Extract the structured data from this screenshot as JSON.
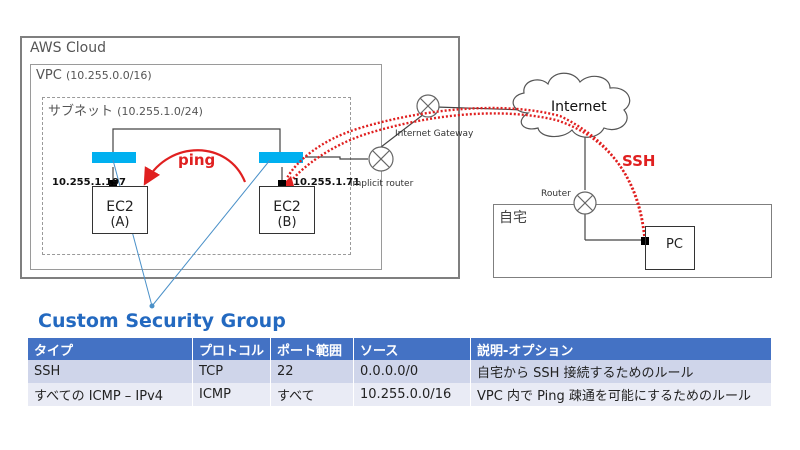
{
  "aws_cloud": {
    "label": "AWS Cloud"
  },
  "vpc": {
    "label": "VPC",
    "cidr": "(10.255.0.0/16)"
  },
  "subnet": {
    "label": "サブネット",
    "cidr": "(10.255.1.0/24)"
  },
  "ec2_a": {
    "name": "EC2",
    "sub": "(A)",
    "ip": "10.255.1.197"
  },
  "ec2_b": {
    "name": "EC2",
    "sub": "(B)",
    "ip": "10.255.1.71"
  },
  "implicit_router": {
    "label": "implicit router"
  },
  "internet_gateway": {
    "label": "Internet Gateway"
  },
  "internet": {
    "label": "Internet"
  },
  "router": {
    "label": "Router"
  },
  "home": {
    "label": "自宅"
  },
  "pc": {
    "label": "PC"
  },
  "ping": {
    "label": "ping"
  },
  "ssh": {
    "label": "SSH"
  },
  "security_group": {
    "title": "Custom Security Group",
    "columns": [
      "タイプ",
      "プロトコル",
      "ポート範囲",
      "ソース",
      "説明-オプション"
    ],
    "rows": [
      [
        "SSH",
        "TCP",
        "22",
        "0.0.0.0/0",
        "自宅から SSH 接続するためのルール"
      ],
      [
        "すべての ICMP – IPv4",
        "ICMP",
        "すべて",
        "10.255.0.0/16",
        "VPC 内で Ping 疎通を可能にするためのルール"
      ]
    ]
  },
  "colors": {
    "red": "#e02020",
    "blue_title": "#2369c0",
    "header_bg": "#4472c4",
    "row1_bg": "#cfd5ea",
    "row2_bg": "#e9ebf5",
    "sg_bar": "#00b0f0"
  }
}
